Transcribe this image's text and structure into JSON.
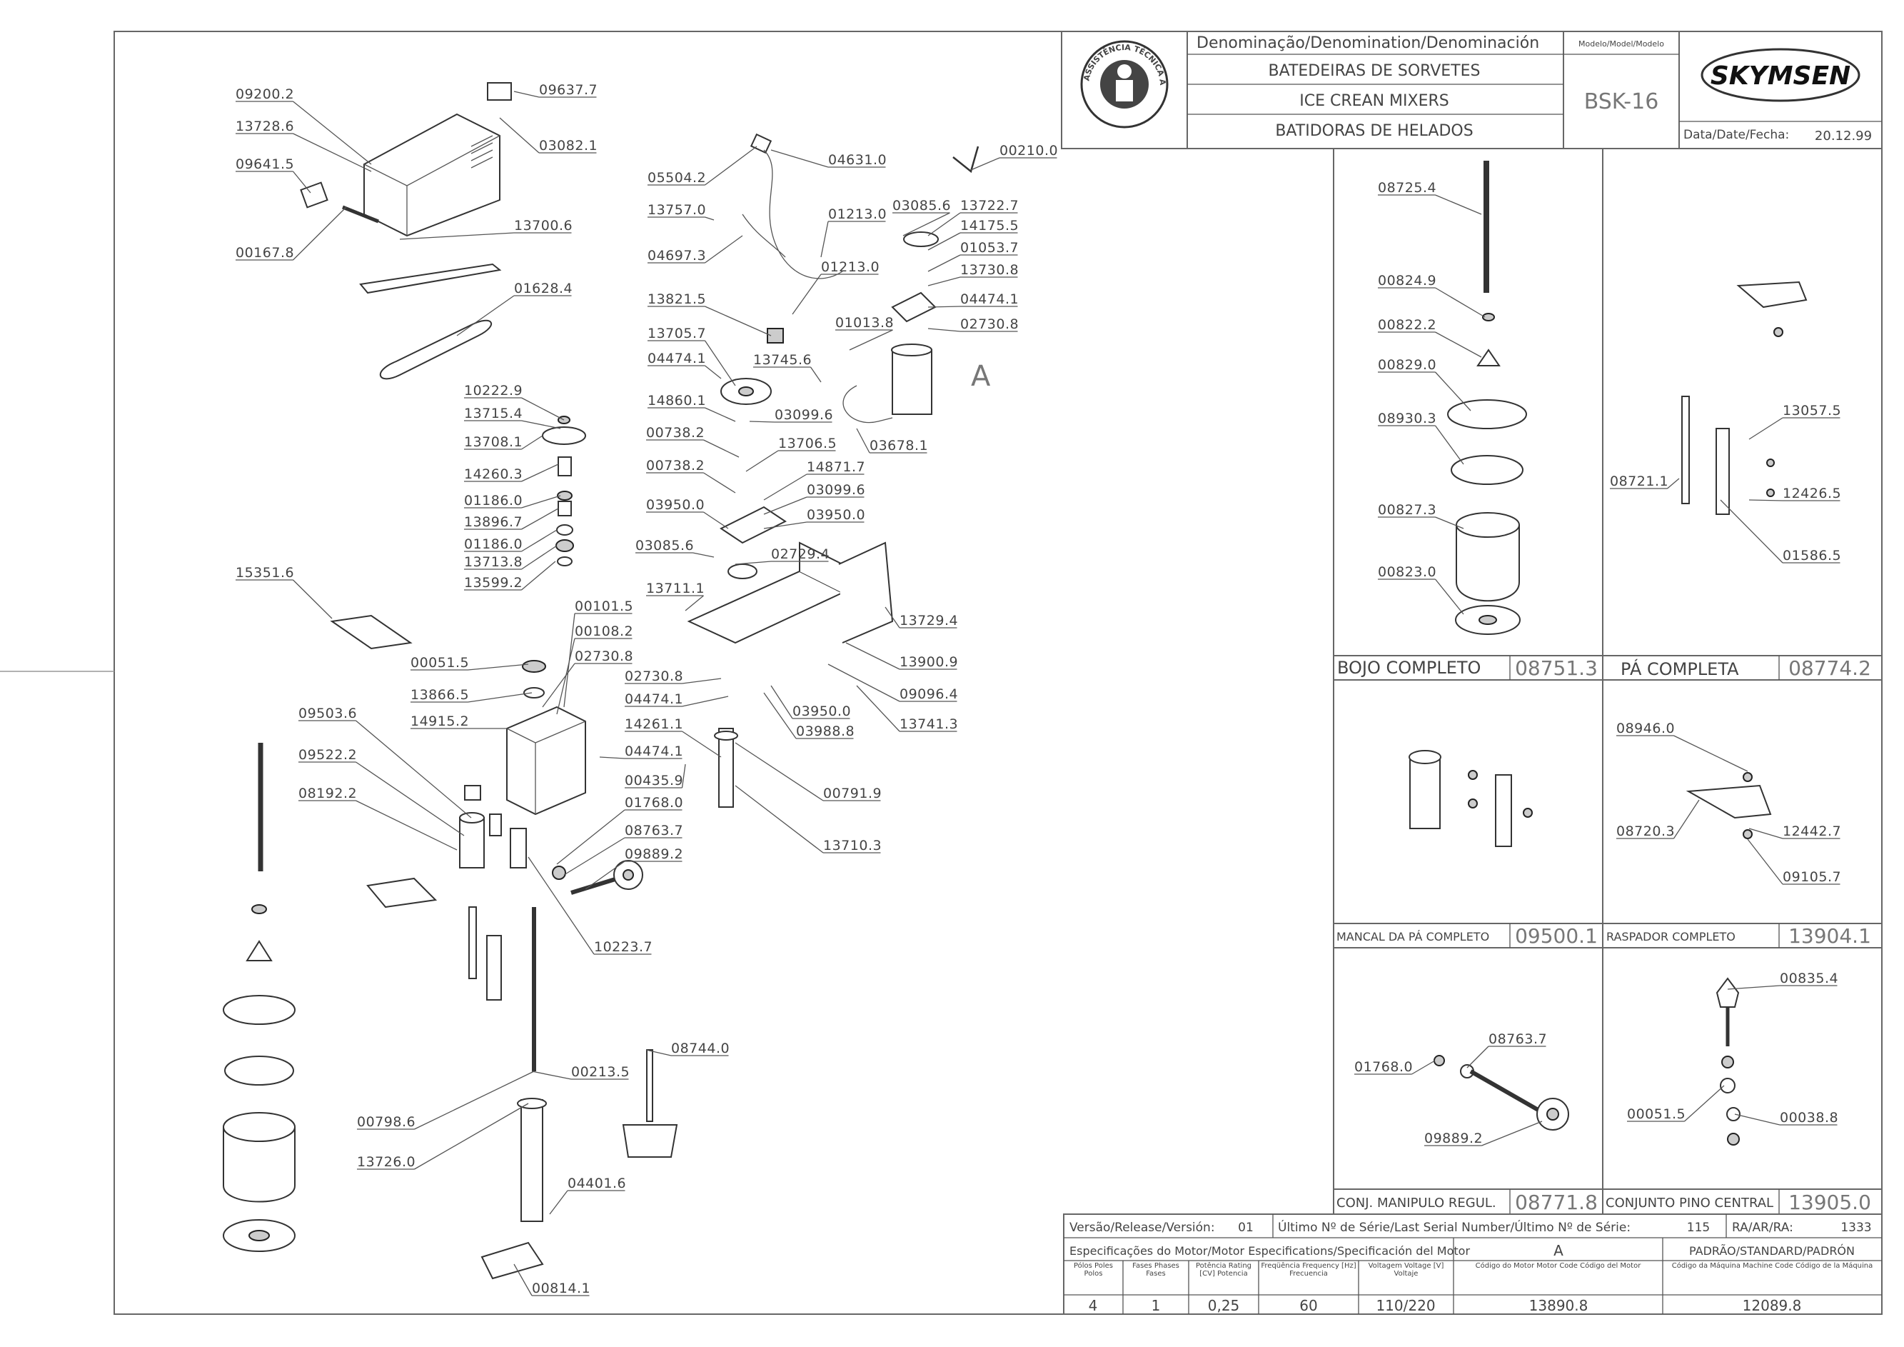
{
  "title_block": {
    "denomination_header": "Denominação/Denomination/Denominación",
    "name_pt": "BATEDEIRAS DE SORVETES",
    "name_en": "ICE CREAN MIXERS",
    "name_es": "BATIDORAS DE HELADOS",
    "model_header": "Modelo/Model/Modelo",
    "model": "BSK-16",
    "brand": "SKYMSEN",
    "date_label": "Data/Date/Fecha:",
    "date": "20.12.99",
    "stamp_text": "ASSISTÊNCIA TÉCNICA AUTORIZADA"
  },
  "bottom_block": {
    "version_label": "Versão/Release/Versión:",
    "version": "01",
    "serial_label": "Último Nº de Série/Last Serial Number/Último Nº de Série:",
    "serial": "115",
    "ra_label": "RA/AR/RA:",
    "ra": "1333",
    "motor_spec_label": "Especificações do Motor/Motor Especifications/Specificación del Motor",
    "motor_variant": "A",
    "standard_label": "PADRÃO/STANDARD/PADRÓN",
    "col_poles": "Pólos Poles Polos",
    "col_phases": "Fases Phases Fases",
    "col_power": "Potência Rating [CV] Potencia",
    "col_freq": "Freqüência Frequency [Hz] Frecuencia",
    "col_voltage": "Voltagem Voltage [V] Voltaje",
    "col_motor_code": "Código do Motor Motor Code Código del Motor",
    "col_machine_code": "Código da Máquina Machine Code Código de la Máquina",
    "poles": "4",
    "phases": "1",
    "power": "0,25",
    "freq": "60",
    "voltage": "110/220",
    "motor_code": "13890.8",
    "machine_code": "12089.8"
  },
  "panels": [
    {
      "name": "BOJO COMPLETO",
      "code": "08751.3"
    },
    {
      "name": "PÁ COMPLETA",
      "code": "08774.2"
    },
    {
      "name": "MANCAL DA PÁ COMPLETO",
      "code": "09500.1"
    },
    {
      "name": "RASPADOR COMPLETO",
      "code": "13904.1"
    },
    {
      "name": "CONJ. MANIPULO REGUL.",
      "code": "08771.8"
    },
    {
      "name": "CONJUNTO PINO CENTRAL",
      "code": "13905.0"
    }
  ],
  "motor_letter": "A",
  "part_labels": [
    "09200.2",
    "13728.6",
    "09641.5",
    "00167.8",
    "09637.7",
    "03082.1",
    "13700.6",
    "01628.4",
    "05504.2",
    "04631.0",
    "00210.0",
    "13757.0",
    "04697.3",
    "01213.0",
    "01213.0",
    "03085.6",
    "13722.7",
    "14175.5",
    "01053.7",
    "13730.8",
    "04474.1",
    "02730.8",
    "13821.5",
    "13705.7",
    "01013.8",
    "04474.1",
    "13745.6",
    "14860.1",
    "03099.6",
    "03678.1",
    "10222.9",
    "13715.4",
    "13708.1",
    "14260.3",
    "01186.0",
    "13896.7",
    "01186.0",
    "13713.8",
    "13599.2",
    "00738.2",
    "13706.5",
    "00738.2",
    "14871.7",
    "03099.6",
    "03950.0",
    "03950.0",
    "03085.6",
    "02729.4",
    "13711.1",
    "15351.6",
    "00101.5",
    "00108.2",
    "02730.8",
    "13729.4",
    "00051.5",
    "13866.5",
    "14915.2",
    "02730.8",
    "04474.1",
    "13900.9",
    "09096.4",
    "03950.0",
    "03988.8",
    "13741.3",
    "04474.1",
    "14261.1",
    "00791.9",
    "09503.6",
    "09522.2",
    "08192.2",
    "00435.9",
    "01768.0",
    "08763.7",
    "09889.2",
    "13710.3",
    "10223.7",
    "08744.0",
    "00213.5",
    "00798.6",
    "13726.0",
    "04401.6",
    "00814.1",
    "08725.4",
    "00824.9",
    "00822.2",
    "00829.0",
    "08930.3",
    "00827.3",
    "00823.0",
    "13057.5",
    "08721.1",
    "12426.5",
    "01586.5",
    "08946.0",
    "08720.3",
    "12442.7",
    "09105.7",
    "08763.7",
    "01768.0",
    "09889.2",
    "00835.4",
    "00051.5",
    "00038.8"
  ]
}
